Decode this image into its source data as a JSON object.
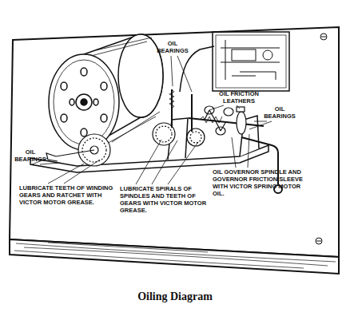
{
  "diagram": {
    "caption": "Oiling Diagram",
    "labels": [
      "OIL BEARINGS",
      "OIL FRICTION LEATHERS",
      "OIL BEARINGS",
      "OIL BEARINGS",
      "LUBRICATE TEETH OF WINDING GEARS AND RATCHET WITH VICTOR MOTOR GREASE.",
      "LUBRICATE SPIRALS OF SPINDLES AND TEETH OF GEARS WITH VICTOR MOTOR GREASE.",
      "OIL GOVERNOR SPINDLE AND GOVERNOR FRICTION SLEEVE WITH VICTOR SPRING MOTOR OIL."
    ]
  }
}
